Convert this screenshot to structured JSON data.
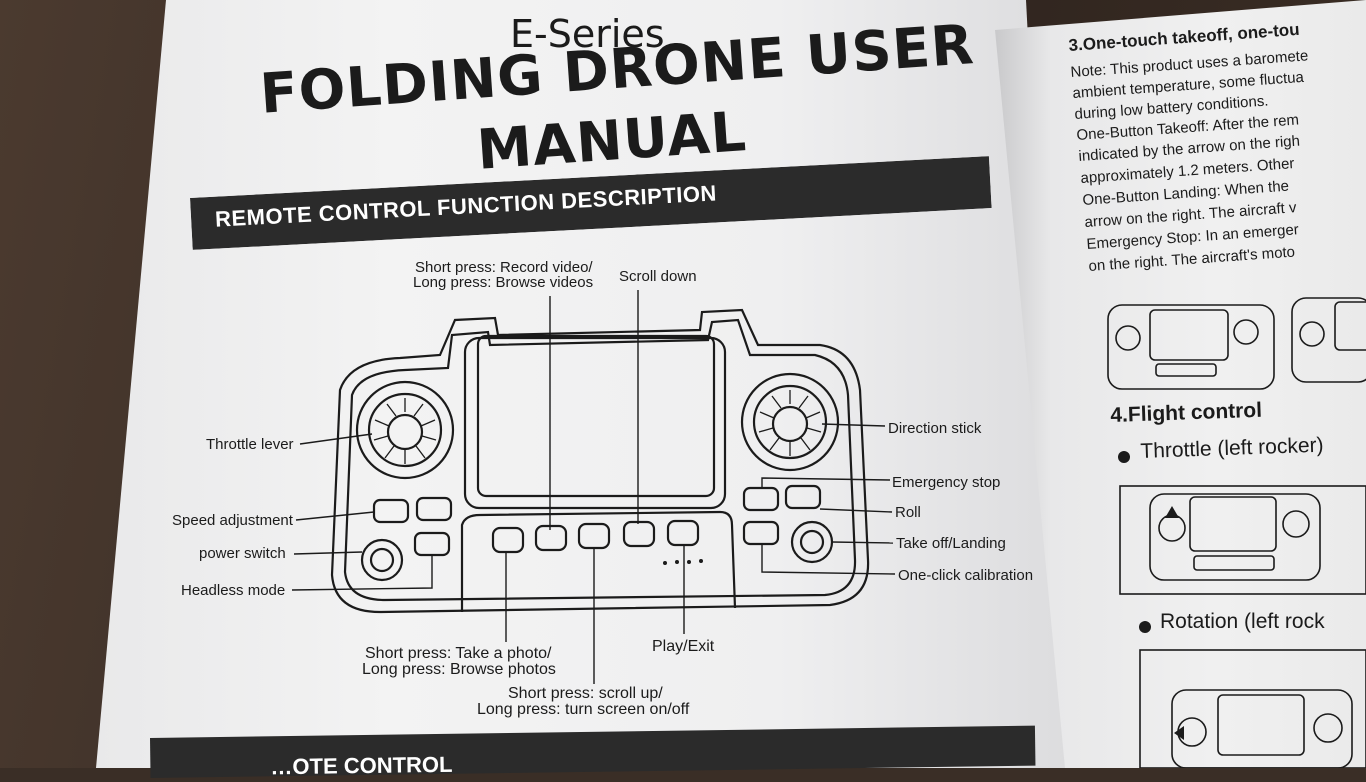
{
  "left_page": {
    "series": "E-Series",
    "title_line1": "FOLDING DRONE USER",
    "title_line2": "MANUAL",
    "section_banner": "REMOTE CONTROL FUNCTION DESCRIPTION",
    "labels": {
      "record_line1": "Short press: Record video/",
      "record_line2": "Long press: Browse videos",
      "scroll_down": "Scroll down",
      "throttle_lever": "Throttle lever",
      "direction_stick": "Direction stick",
      "emergency_stop": "Emergency stop",
      "speed_adjustment": "Speed adjustment",
      "roll": "Roll",
      "power_switch": "power switch",
      "takeoff_landing": "Take off/Landing",
      "headless_mode": "Headless mode",
      "one_click_calibration": "One-click calibration",
      "photo_line1": "Short press: Take a photo/",
      "photo_line2": "Long press: Browse photos",
      "play_exit": "Play/Exit",
      "scroll_up_line1": "Short press: scroll up/",
      "scroll_up_line2": "Long press: turn screen on/off"
    },
    "bottom_banner_partial": "…OTE CONTROL"
  },
  "right_page": {
    "heading3": "3.One-touch takeoff, one-tou",
    "lines": [
      "Note: This product uses a baromete",
      "ambient temperature, some fluctua",
      "during low battery conditions.",
      "One-Button Takeoff: After the rem",
      "indicated by the arrow on the righ",
      "approximately 1.2 meters. Other",
      "One-Button Landing: When the",
      "arrow on the right. The aircraft v",
      "Emergency Stop: In an emerger",
      "on the right. The aircraft's moto"
    ],
    "heading4": "4.Flight control",
    "bullet1": "Throttle (left rocker)",
    "bullet2": "Rotation (left rock"
  }
}
